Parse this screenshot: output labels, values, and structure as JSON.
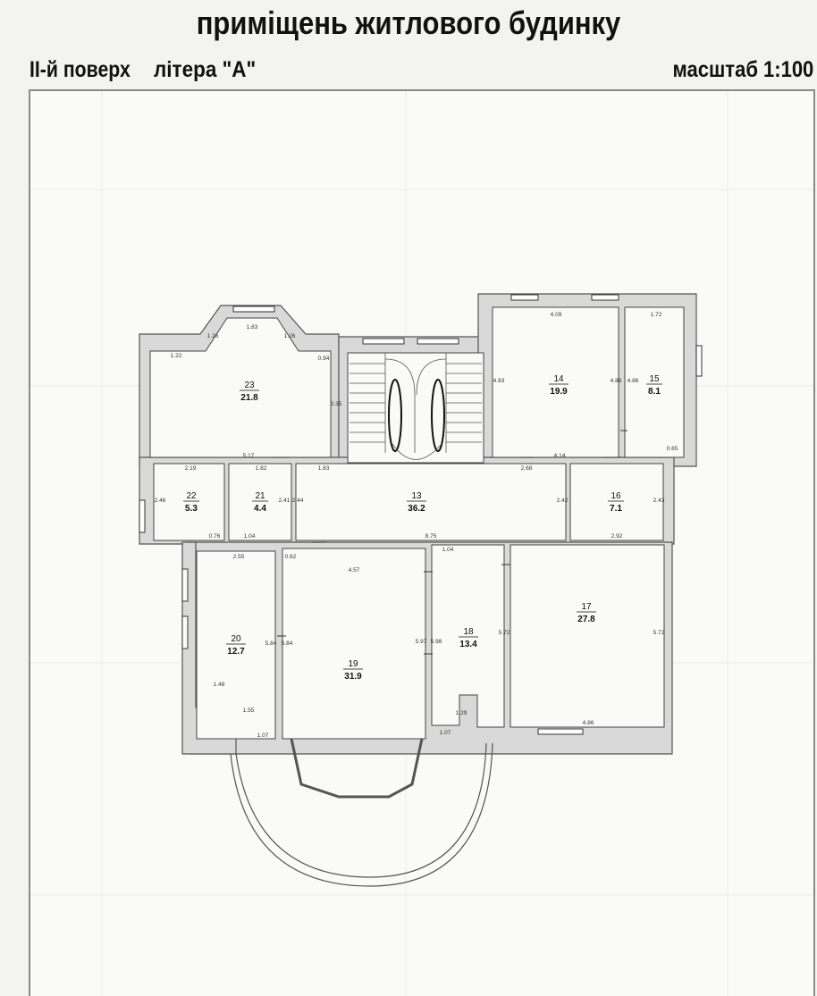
{
  "document": {
    "title": "приміщень житлового будинку",
    "floor": "ІІ-й поверх",
    "litera": "літера \"А\"",
    "scale": "масштаб 1:100"
  },
  "rooms": [
    {
      "id": "23",
      "area": "21.8"
    },
    {
      "id": "14",
      "area": "19.9"
    },
    {
      "id": "15",
      "area": "8.1"
    },
    {
      "id": "22",
      "area": "5.3"
    },
    {
      "id": "21",
      "area": "4.4"
    },
    {
      "id": "13",
      "area": "36.2"
    },
    {
      "id": "16",
      "area": "7.1"
    },
    {
      "id": "20",
      "area": "12.7"
    },
    {
      "id": "19",
      "area": "31.9"
    },
    {
      "id": "18",
      "area": "13.4"
    },
    {
      "id": "17",
      "area": "27.8"
    }
  ],
  "dimensions": {
    "d1_83": "1.83",
    "d1_26": "1.26",
    "d1_22": "1.22",
    "d0_94": "0.94",
    "d3_35": "3.35",
    "d4_09": "4.09",
    "d4_83": "4.83",
    "d4_86a": "4.86",
    "d4_86b": "4.86",
    "d4_14": "4.14",
    "d1_72": "1.72",
    "d0_65": "0.65",
    "d5_17": "5.17",
    "d2_19": "2.19",
    "d1_82": "1.82",
    "d1_83b": "1.83",
    "d2_68": "2.68",
    "d2_46": "2.46",
    "d2_41": "2.41",
    "d2_44": "2.44",
    "d2_42": "2.42",
    "d2_43": "2.43",
    "d0_76": "0.76",
    "d1_04": "1.04",
    "d8_75": "8.75",
    "d2_92": "2.92",
    "d2_55": "2.55",
    "d0_62": "0.62",
    "d4_57": "4.57",
    "d1_04b": "1.04",
    "d5_84a": "5.84",
    "d5_84b": "5.84",
    "d5_97": "5.97",
    "d5_98": "5.98",
    "d5_72a": "5.72",
    "d5_72b": "5.72",
    "d1_48": "1.48",
    "d1_55": "1.55",
    "d1_07a": "1.07",
    "d1_29": "1.29",
    "d1_07b": "1.07",
    "d4_86c": "4.86"
  }
}
